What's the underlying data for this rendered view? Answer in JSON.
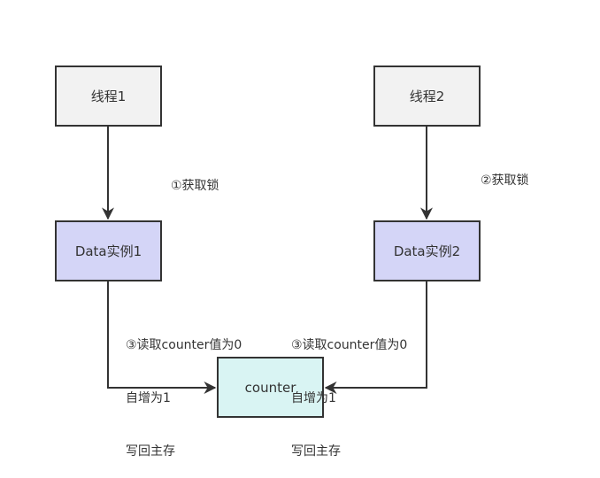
{
  "nodes": {
    "thread1": "线程1",
    "thread2": "线程2",
    "data1": "Data实例1",
    "data2": "Data实例2",
    "counter": "counter"
  },
  "labels": {
    "step1": "①获取锁",
    "step2": "②获取锁",
    "step3_left": [
      "③读取counter值为0",
      "自增为1",
      "写回主存"
    ],
    "step3_right": [
      "③读取counter值为0",
      "自增为1",
      "写回主存"
    ]
  },
  "colors": {
    "thread_fill": "#f2f2f2",
    "data_fill": "#d4d5f7",
    "counter_fill": "#d9f4f3",
    "stroke": "#333333"
  }
}
